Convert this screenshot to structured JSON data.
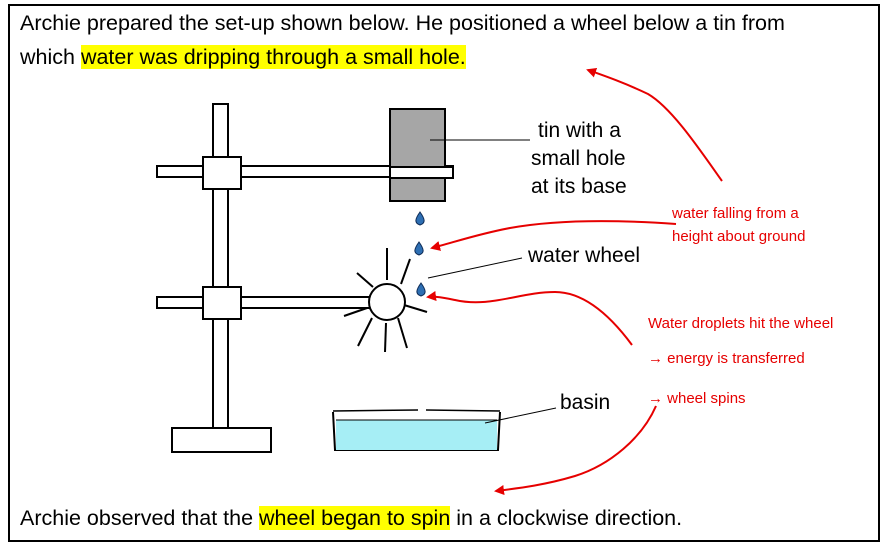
{
  "intro": {
    "line1": "Archie prepared the set-up shown below. He positioned a wheel below a tin from",
    "line2_prefix": "which ",
    "line2_highlight": "water was dripping through a small hole."
  },
  "labels": {
    "tin": [
      "tin with a",
      "small hole",
      "at its base"
    ],
    "wheel": "water wheel",
    "basin": "basin"
  },
  "annotations": {
    "falling": [
      "water falling from a",
      "height about ground"
    ],
    "droplets": "Water droplets hit the wheel",
    "energy": "→ energy is transferred",
    "spins": "→ wheel spins"
  },
  "conclusion": {
    "prefix": "Archie observed that the ",
    "highlight": "wheel began to spin",
    "suffix": " in a clockwise direction."
  },
  "colors": {
    "highlight": "#ffff00",
    "annotation": "#e60000",
    "tin": "#a6a6a6",
    "water": "#a6eef5",
    "droplet": "#2e6fb3"
  }
}
